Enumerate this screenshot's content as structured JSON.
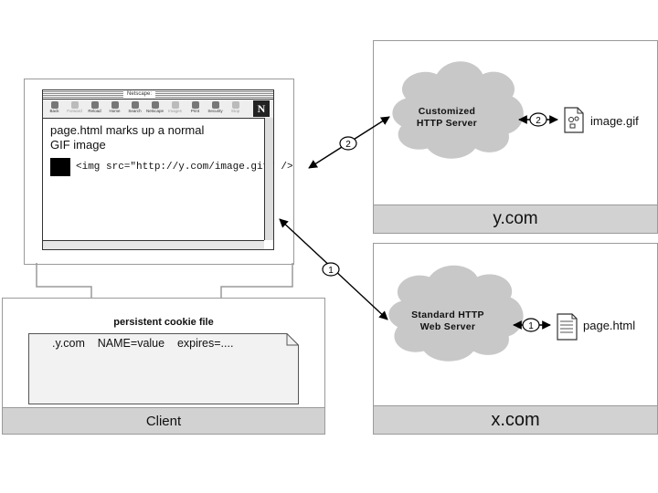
{
  "client": {
    "label": "Client",
    "cookie_file_title": "persistent cookie file",
    "cookie_entry": ".y.com    NAME=value    expires=...."
  },
  "browser": {
    "title": "Netscape: ",
    "toolbar": [
      "Back",
      "Forward",
      "Reload",
      "Home",
      "Search",
      "Netscape",
      "Images",
      "Print",
      "Security",
      "Stop"
    ],
    "logo": "N",
    "content_line1": "page.html marks up a normal",
    "content_line2": "GIF image",
    "img_tag": "<img src=\"http://y.com/image.gif\" />"
  },
  "y_server": {
    "domain": "y.com",
    "cloud_line1": "Customized",
    "cloud_line2": "HTTP Server",
    "resource": "image.gif",
    "step": "2"
  },
  "x_server": {
    "domain": "x.com",
    "cloud_line1": "Standard HTTP",
    "cloud_line2": "Web Server",
    "resource": "page.html",
    "step": "1"
  },
  "connections": {
    "client_to_y_step": "2",
    "client_to_x_step": "1"
  }
}
